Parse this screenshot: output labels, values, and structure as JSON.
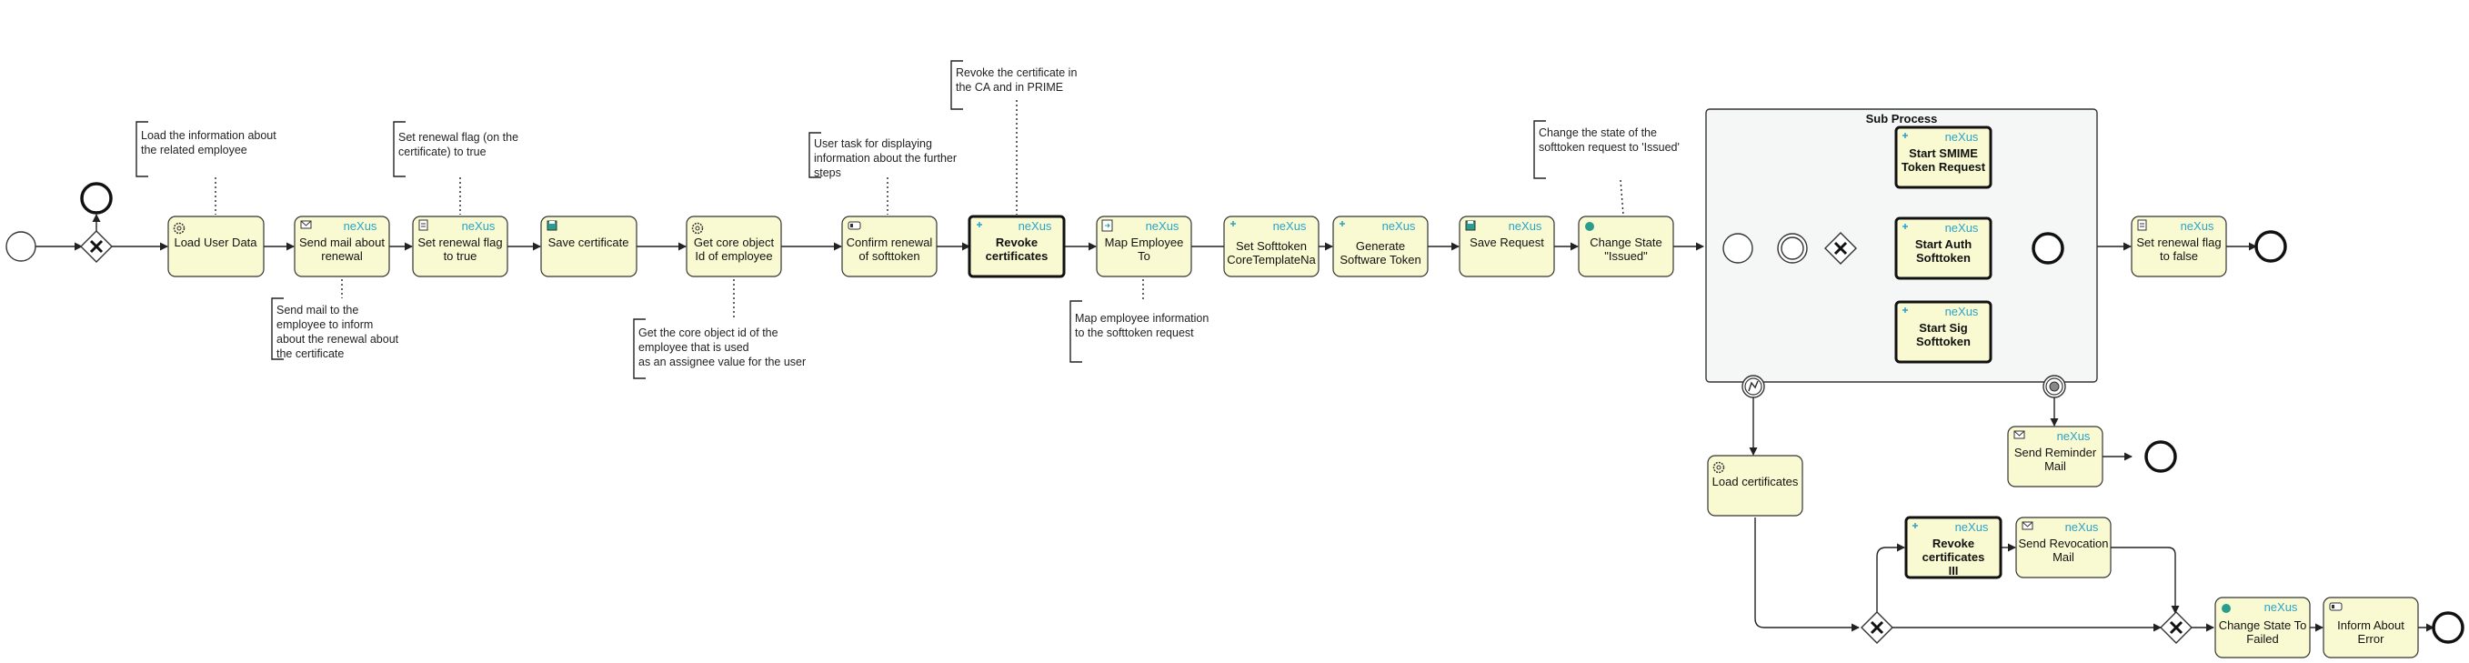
{
  "tasks": {
    "load_user_data": [
      "Load User Data"
    ],
    "send_mail_renewal": [
      "Send mail about",
      "renewal"
    ],
    "set_renewal_flag": [
      "Set renewal flag",
      "to true"
    ],
    "save_certificate": [
      "Save certificate"
    ],
    "get_core_object": [
      "Get core object",
      "Id of employee"
    ],
    "confirm_renewal": [
      "Confirm renewal",
      "of softtoken"
    ],
    "revoke_certificates": [
      "Revoke",
      "certificates"
    ],
    "map_employee": [
      "Map Employee",
      "To"
    ],
    "set_softtoken": [
      "Set Softtoken",
      "CoreTemplateNa"
    ],
    "generate_software_token": [
      "Generate",
      "Software Token"
    ],
    "save_request": [
      "Save Request"
    ],
    "change_state_issued": [
      "Change State",
      "\"Issued\""
    ],
    "start_smime": [
      "Start SMIME",
      "Token Request"
    ],
    "start_auth": [
      "Start Auth",
      "Softtoken"
    ],
    "start_sig": [
      "Start Sig",
      "Softtoken"
    ],
    "set_renewal_flag_false": [
      "Set renewal flag",
      "to false"
    ],
    "send_reminder_mail": [
      "Send Reminder",
      "Mail"
    ],
    "load_certificates": [
      "Load certificates"
    ],
    "revoke_certificates_iii": [
      "Revoke",
      "certificates",
      "III"
    ],
    "send_revocation_mail": [
      "Send Revocation",
      "Mail"
    ],
    "change_state_failed": [
      "Change State To",
      "Failed"
    ],
    "inform_about_error": [
      "Inform About",
      "Error"
    ]
  },
  "brand_label": "neXus",
  "subprocess_title": "Sub Process",
  "annotations": {
    "load_info": [
      "Load the information about",
      "the related employee"
    ],
    "send_mail_info": [
      "Send mail to the",
      "employee to inform",
      "about the renewal about",
      "the certificate"
    ],
    "renewal_flag_info": [
      "Set renewal flag (on the",
      "certificate) to true"
    ],
    "core_object_info": [
      "Get the core object id of the",
      "employee that is used",
      "as an assignee value for the user"
    ],
    "user_task_info": [
      "User task for displaying",
      "information about the further",
      "steps"
    ],
    "revoke_info": [
      "Revoke the certificate in",
      "the CA and in PRIME"
    ],
    "map_info": [
      "Map employee information",
      "to the softtoken request"
    ],
    "state_info": [
      "Change the state of the",
      "softtoken request to 'Issued'"
    ]
  },
  "colors": {
    "task_fill": "#fafad2",
    "subprocess_fill": "#f5f6f6",
    "stroke": "#333333",
    "brand": "#2aa3c8"
  }
}
